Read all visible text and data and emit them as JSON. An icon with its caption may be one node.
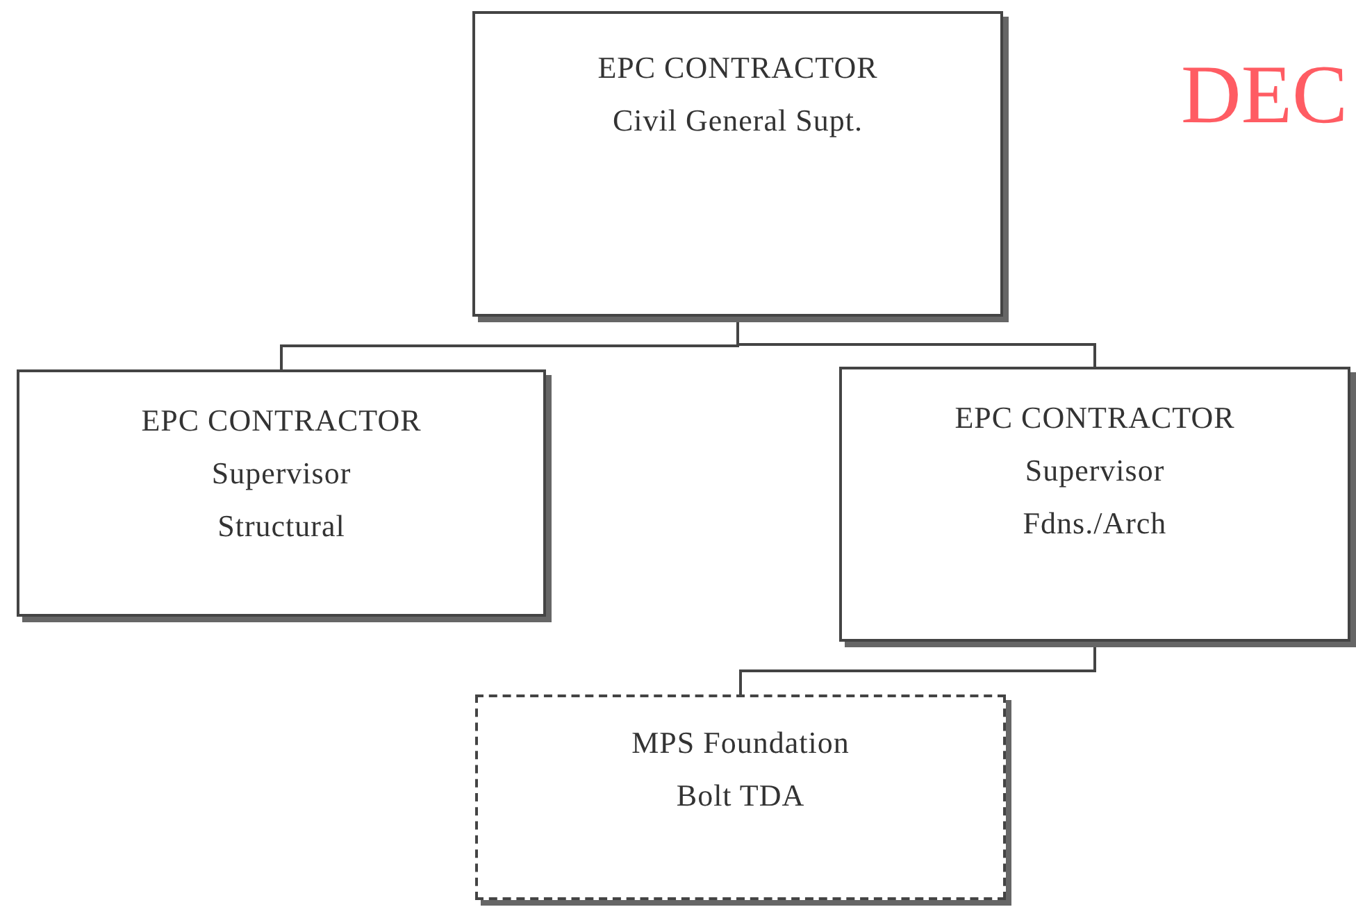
{
  "diagram": {
    "nodes": [
      {
        "text": [
          "EPC CONTRACTOR",
          "Civil General Supt."
        ]
      },
      {
        "text": [
          "EPC CONTRACTOR",
          "Supervisor",
          "Structural"
        ]
      },
      {
        "text": [
          "EPC CONTRACTOR",
          "Supervisor",
          "Fdns./Arch"
        ]
      },
      {
        "text": [
          "MPS Foundation",
          "Bolt TDA"
        ]
      }
    ],
    "edges": [
      {
        "from": 0,
        "to": 1,
        "arrow": "none"
      },
      {
        "from": 0,
        "to": 2,
        "arrow": "none"
      },
      {
        "from": 2,
        "to": 3,
        "arrow": "none"
      }
    ],
    "labels": [
      "DEC"
    ]
  }
}
